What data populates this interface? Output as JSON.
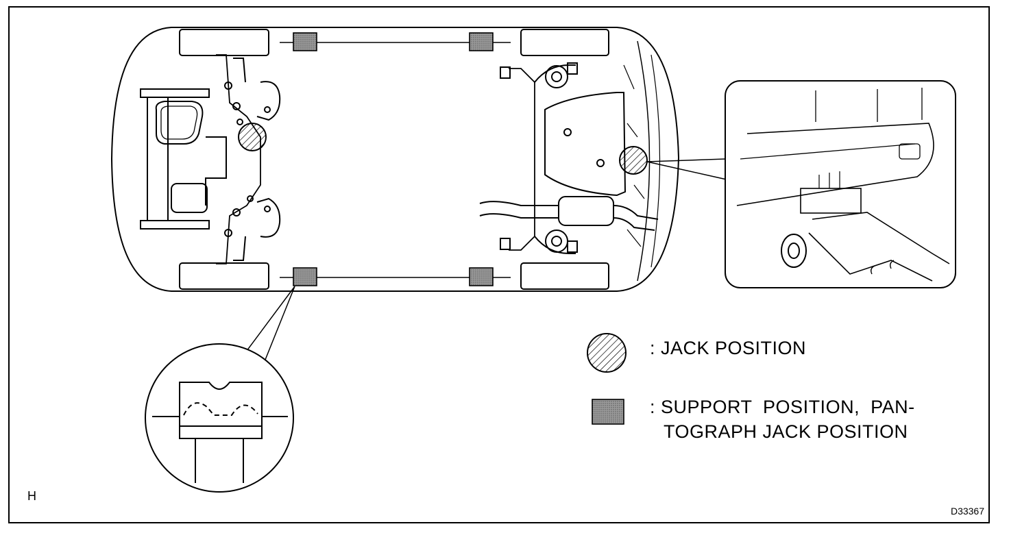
{
  "legend": {
    "jack_position": ": JACK POSITION",
    "support_line1": ": SUPPORT  POSITION,  PAN-",
    "support_line2": "TOGRAPH JACK POSITION"
  },
  "corner_label": "H",
  "figure_id": "D33367",
  "colors": {
    "line": "#000000",
    "support_fill": "#8c8c8c",
    "jack_hatch": "#000000",
    "background": "#ffffff"
  }
}
